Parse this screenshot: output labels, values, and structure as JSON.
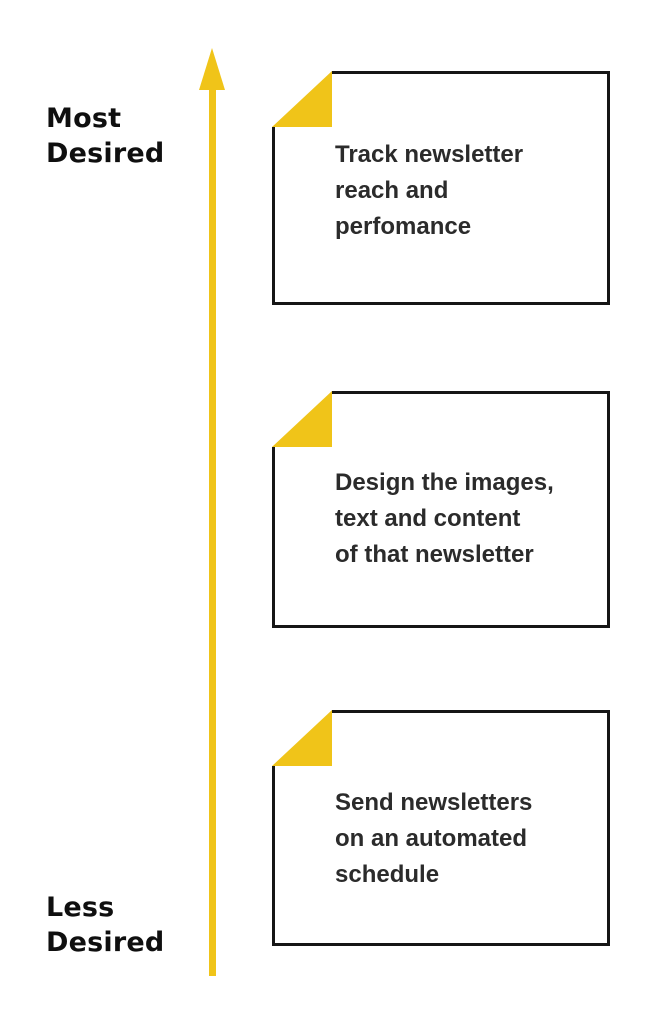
{
  "colors": {
    "accent_yellow": "#F0C419",
    "card_border": "#161616",
    "label_text": "#0F0F0F",
    "note_text": "#2B2B2B",
    "background": "#FFFFFF"
  },
  "axis": {
    "direction": "up",
    "most_label": "Most\nDesired",
    "less_label": "Less\nDesired"
  },
  "notes": [
    {
      "text": "Track newsletter\nreach and\nperfomance"
    },
    {
      "text": "Design the images,\ntext and content\nof that newsletter"
    },
    {
      "text": "Send newsletters\non an automated\nschedule"
    }
  ]
}
